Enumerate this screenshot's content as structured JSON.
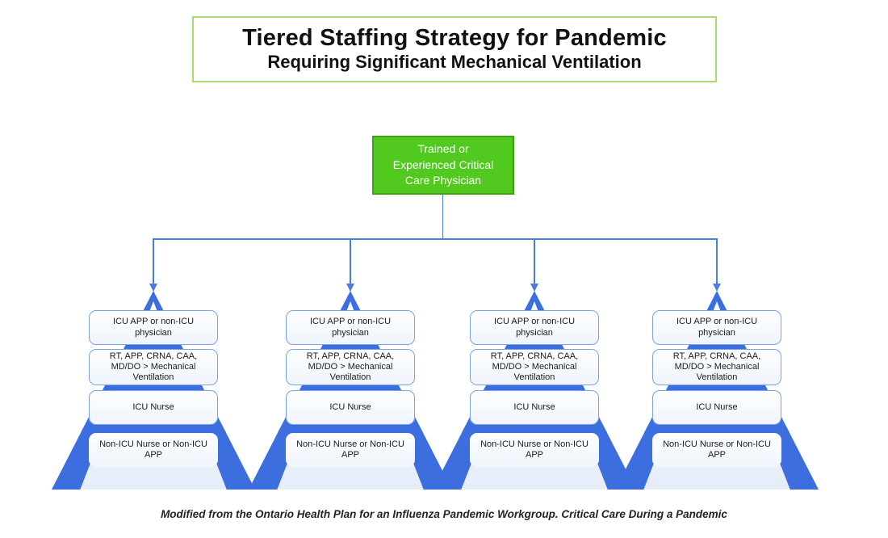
{
  "title": {
    "line1": "Tiered Staffing Strategy for Pandemic",
    "line2": "Requiring Significant Mechanical Ventilation"
  },
  "root_node": {
    "label": "Trained or Experienced Critical Care Physician"
  },
  "pyramids": [
    {
      "tiers": [
        {
          "label": "ICU APP or non-ICU physician"
        },
        {
          "label": "RT, APP, CRNA, CAA, MD/DO > Mechanical Ventilation"
        },
        {
          "label": "ICU Nurse"
        },
        {
          "label": "Non-ICU Nurse or Non-ICU APP"
        }
      ]
    },
    {
      "tiers": [
        {
          "label": "ICU APP or non-ICU physician"
        },
        {
          "label": "RT, APP, CRNA, CAA, MD/DO > Mechanical Ventilation"
        },
        {
          "label": "ICU Nurse"
        },
        {
          "label": "Non-ICU Nurse or Non-ICU APP"
        }
      ]
    },
    {
      "tiers": [
        {
          "label": "ICU APP or non-ICU physician"
        },
        {
          "label": "RT, APP, CRNA, CAA, MD/DO > Mechanical Ventilation"
        },
        {
          "label": "ICU Nurse"
        },
        {
          "label": "Non-ICU Nurse or Non-ICU APP"
        }
      ]
    },
    {
      "tiers": [
        {
          "label": "ICU APP or non-ICU physician"
        },
        {
          "label": "RT, APP, CRNA, CAA, MD/DO > Mechanical Ventilation"
        },
        {
          "label": "ICU Nurse"
        },
        {
          "label": "Non-ICU Nurse or Non-ICU APP"
        }
      ]
    }
  ],
  "caption": "Modified from the Ontario Health Plan for an Influenza Pandemic Workgroup. Critical Care During a Pandemic",
  "colors": {
    "root_fill": "#52c91e",
    "root_border": "#3fa213",
    "pyramid_blue": "#3d6ee0",
    "connector_blue": "#4a7de0",
    "title_border": "#a7dc6e",
    "tier_border": "#78a3e8",
    "tier_fill": "#f3f7fc"
  }
}
